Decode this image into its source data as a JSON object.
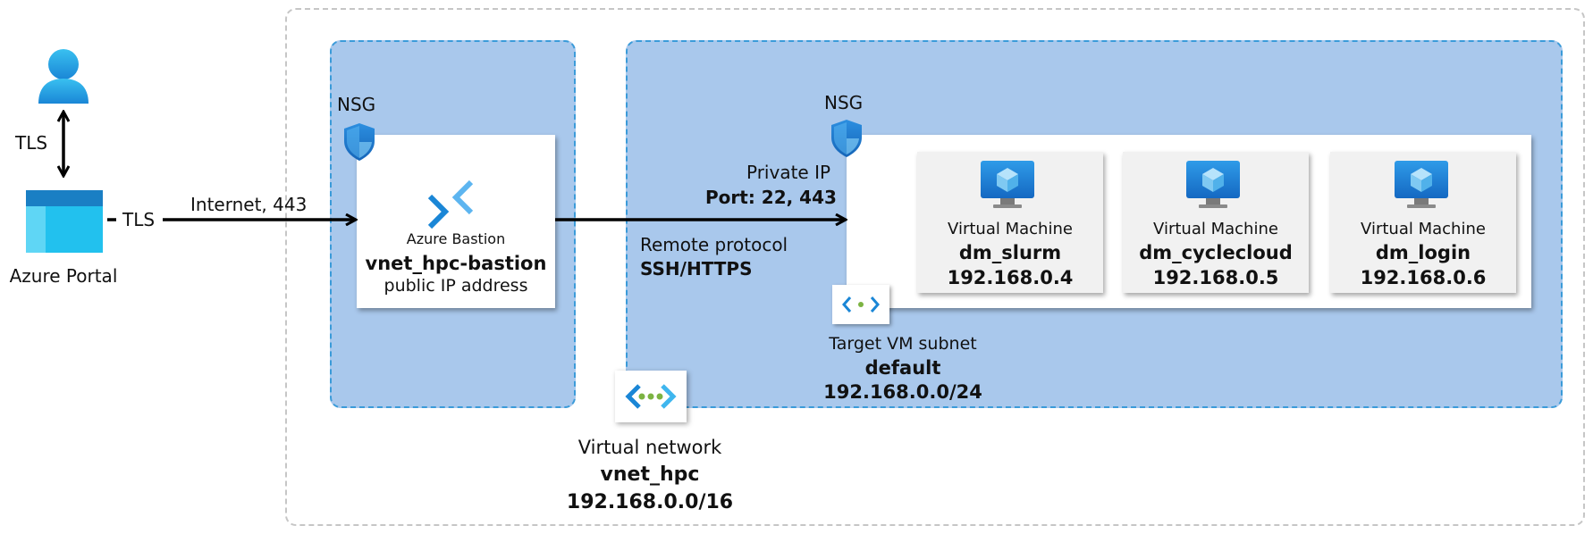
{
  "user": {
    "link_label": "TLS"
  },
  "portal": {
    "label": "Azure Portal",
    "link_label": "TLS"
  },
  "internet_label": "Internet, 443",
  "bastion_subnet": {
    "nsg_label": "NSG"
  },
  "bastion": {
    "service": "Azure Bastion",
    "name": "vnet_hpc-bastion",
    "detail": "public IP address"
  },
  "connection": {
    "private_ip": "Private IP",
    "port": "Port: 22, 443",
    "remote_protocol": "Remote protocol",
    "protocol": "SSH/HTTPS"
  },
  "target_subnet": {
    "nsg_label": "NSG",
    "label": "Target VM subnet",
    "name": "default",
    "cidr": "192.168.0.0/24"
  },
  "vms": [
    {
      "type": "Virtual Machine",
      "name": "dm_slurm",
      "ip": "192.168.0.4"
    },
    {
      "type": "Virtual Machine",
      "name": "dm_cyclecloud",
      "ip": "192.168.0.5"
    },
    {
      "type": "Virtual Machine",
      "name": "dm_login",
      "ip": "192.168.0.6"
    }
  ],
  "vnet": {
    "label": "Virtual network",
    "name": "vnet_hpc",
    "cidr": "192.168.0.0/16"
  },
  "colors": {
    "subnet_fill": "#a9c8ec",
    "subnet_border": "#3b9bd9",
    "azure_blue": "#1a86d6",
    "bastion_light": "#5db5f0"
  }
}
